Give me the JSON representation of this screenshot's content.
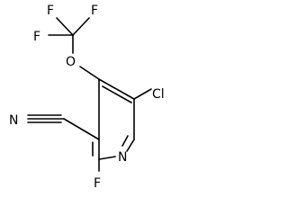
{
  "molecule": {
    "atoms": {
      "f_top_left": "F",
      "f_top_right": "F",
      "f_cf3_left": "F",
      "o_ether": "O",
      "cl": "Cl",
      "n_ring": "N",
      "f_ring": "F",
      "n_nitrile": "N"
    }
  }
}
